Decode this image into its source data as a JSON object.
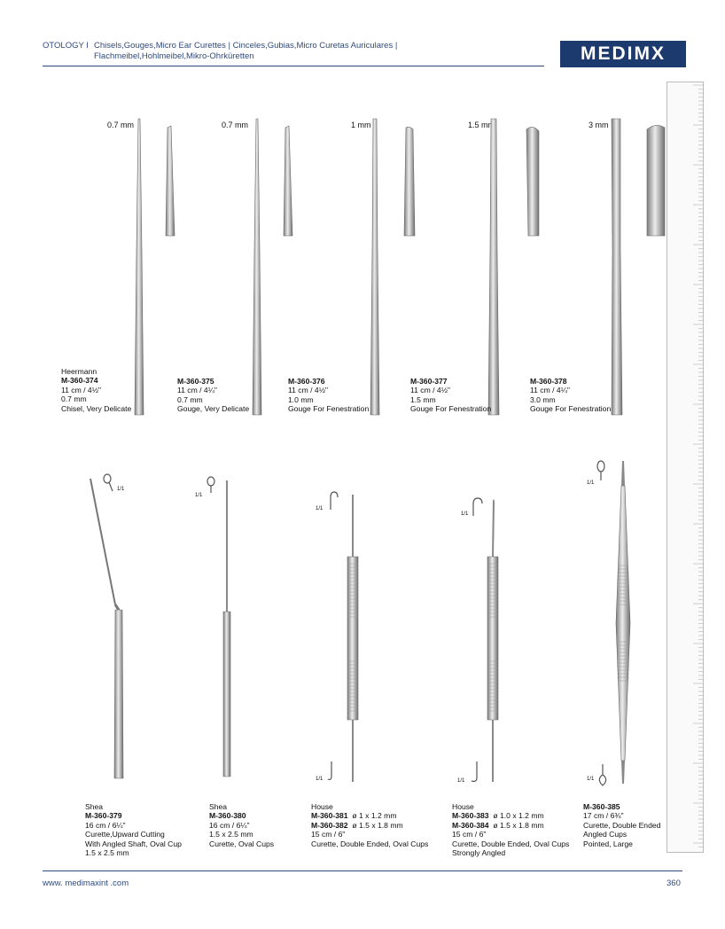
{
  "header": {
    "section": "OTOLOGY I",
    "title_line1": "Chisels,Gouges,Micro Ear Curettes | Cinceles,Gubias,Micro Curetas Auriculares |",
    "title_line2": "Flachmeibel,Hohlmeibel,Mikro-Ohrküretten",
    "logo": "MEDIMX"
  },
  "row1": [
    {
      "size": "0.7 mm",
      "name": "Heermann",
      "code": "M-360-374",
      "length": "11 cm / 4½\"",
      "spec": "0.7 mm",
      "desc": "Chisel, Very Delicate"
    },
    {
      "size": "0.7 mm",
      "name": "",
      "code": "M-360-375",
      "length": "11 cm / 4¼\"",
      "spec": "0.7 mm",
      "desc": "Gouge, Very Delicate"
    },
    {
      "size": "1 mm",
      "name": "",
      "code": "M-360-376",
      "length": "11 cm / 4½\"",
      "spec": "1.0 mm",
      "desc": "Gouge For Fenestration"
    },
    {
      "size": "1.5 mm",
      "name": "",
      "code": "M-360-377",
      "length": "11 cm / 4½\"",
      "spec": "1.5 mm",
      "desc": "Gouge For Fenestration"
    },
    {
      "size": "3 mm",
      "name": "",
      "code": "M-360-378",
      "length": "11 cm / 4¼\"",
      "spec": "3.0 mm",
      "desc": "Gouge For Fenestration"
    }
  ],
  "row2": {
    "scale": "1/1",
    "i379": {
      "name": "Shea",
      "code": "M-360-379",
      "l1": "16 cm / 6¼\"",
      "l2": "Curette,Upward Cutting",
      "l3": "With Angled Shaft, Oval Cup",
      "l4": "1.5 x 2.5 mm"
    },
    "i380": {
      "name": "Shea",
      "code": "M-360-380",
      "l1": "16 cm / 6¼\"",
      "l2": "1.5 x 2.5 mm",
      "l3": "Curette, Oval Cups"
    },
    "i381": {
      "name": "House",
      "code_a": "M-360-381",
      "spec_a": "ø 1 x 1.2 mm",
      "code_b": "M-360-382",
      "spec_b": "ø 1.5 x 1.8 mm",
      "l1": "15 cm / 6\"",
      "l2": "Curette, Double Ended, Oval Cups"
    },
    "i383": {
      "name": "House",
      "code_a": "M-360-383",
      "spec_a": "ø 1.0 x 1.2 mm",
      "code_b": "M-360-384",
      "spec_b": "ø 1.5 x 1.8 mm",
      "l1": "15 cm / 6\"",
      "l2": "Curette, Double Ended, Oval Cups",
      "l3": "Strongly Angled"
    },
    "i385": {
      "code": "M-360-385",
      "l1": "17 cm / 6¾\"",
      "l2": "Curette, Double Ended",
      "l3": "Angled Cups",
      "l4": "Pointed, Large"
    }
  },
  "footer": {
    "website": "www. medimaxint    .com",
    "page": "360"
  }
}
